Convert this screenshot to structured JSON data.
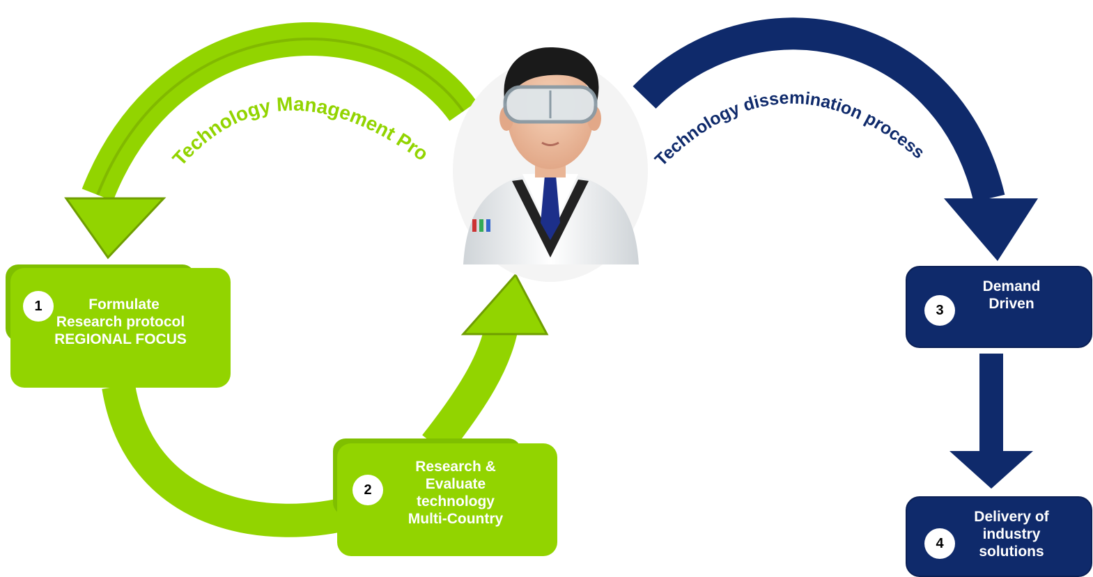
{
  "arcs": {
    "management_label": "Technology  Management Process",
    "dissemination_label": "Technology dissemination process"
  },
  "steps": [
    {
      "number": "1",
      "lines": [
        "Formulate",
        "Research protocol",
        "REGIONAL FOCUS"
      ]
    },
    {
      "number": "2",
      "lines": [
        "Research &",
        "Evaluate",
        "technology",
        "Multi-Country"
      ]
    },
    {
      "number": "3",
      "lines": [
        "Demand",
        "Driven"
      ]
    },
    {
      "number": "4",
      "lines": [
        "Delivery of",
        "industry",
        "solutions"
      ]
    }
  ],
  "colors": {
    "green": "#92d400",
    "navy": "#0f2a6b",
    "label_green": "#92d400",
    "label_navy": "#0f2a6b"
  },
  "icons": {
    "scientist": "scientist-with-goggles-icon"
  }
}
